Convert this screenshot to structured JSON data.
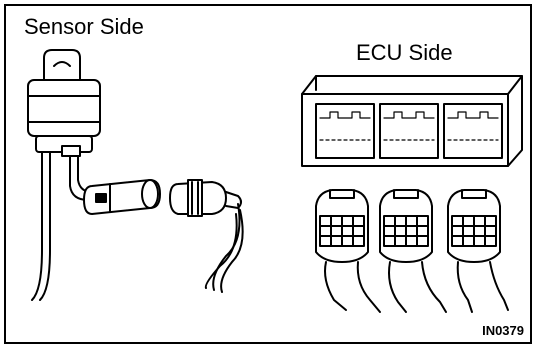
{
  "labels": {
    "sensor_side": "Sensor Side",
    "ecu_side": "ECU Side",
    "figure_code": "IN0379"
  },
  "colors": {
    "line": "#000000",
    "background": "#ffffff"
  }
}
